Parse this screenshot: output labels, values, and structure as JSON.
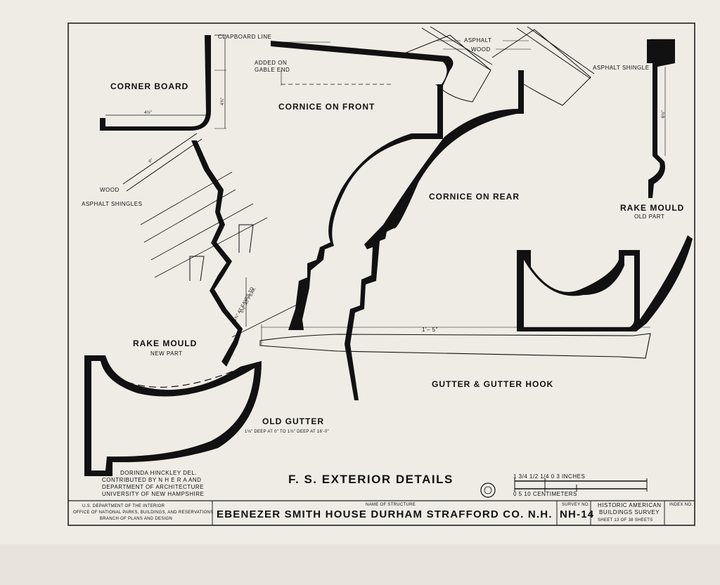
{
  "labels": {
    "clapboard_line": "CLAPBOARD LINE",
    "corner_board": "CORNER BOARD",
    "corner_dim_w": "4½\"",
    "corner_dim_h": "4¾\"",
    "added_1": "ADDED ON",
    "added_2": "GABLE END",
    "cornice_front": "CORNICE ON FRONT",
    "asphalt": "ASPHALT",
    "wood": "WOOD",
    "wood_right": "WOOD",
    "asphalt_shingle": "ASPHALT SHINGLE",
    "rake_dim": "6½\"",
    "cornice_rear": "CORNICE ON REAR",
    "rake_old": "RAKE MOULD",
    "rake_old_sub": "OLD PART",
    "wood_left": "WOOD",
    "asphalt_shingles": "ASPHALT SHINGLES",
    "eaves_dim": "4¾\" AT EAVES TO",
    "peak_dim": "5½\" AT PEAK",
    "six_dim": "6\"",
    "rake_new": "RAKE MOULD",
    "rake_new_sub": "NEW PART",
    "gutter_len": "1'– 5\"",
    "gutter_hook": "GUTTER & GUTTER HOOK",
    "old_gutter": "OLD GUTTER",
    "old_gutter_sub": "1⅛\" DEEP AT 0\" TO 1⅞\" DEEP AT 16'-0\"",
    "drafter": "DORINDA HINCKLEY DEL.",
    "contrib_1": "CONTRIBUTED BY N H E R A AND",
    "contrib_2": "DEPARTMENT OF ARCHITECTURE",
    "contrib_3": "UNIVERSITY OF NEW HAMPSHIRE",
    "sheet_title": "F. S. EXTERIOR DETAILS",
    "scale_inches": "1  3/4  1/2  1/4  0                               3 INCHES",
    "scale_cm": "0                     5                   10 CENTIMETERS"
  },
  "titleblock": {
    "agency_1": "U.S. DEPARTMENT OF THE INTERIOR",
    "agency_2": "OFFICE OF NATIONAL PARKS, BUILDINGS, AND RESERVATIONS",
    "agency_3": "BRANCH OF PLANS AND DESIGN",
    "name_caption": "NAME OF STRUCTURE",
    "structure": "EBENEZER SMITH HOUSE  DURHAM  STRAFFORD CO. N.H.",
    "survey_caption": "SURVEY NO.",
    "survey_no": "NH-14",
    "habs_1": "HISTORIC AMERICAN",
    "habs_2": "BUILDINGS SURVEY",
    "sheet_info": "SHEET 13 OF 38 SHEETS",
    "index_caption": "INDEX NO."
  }
}
